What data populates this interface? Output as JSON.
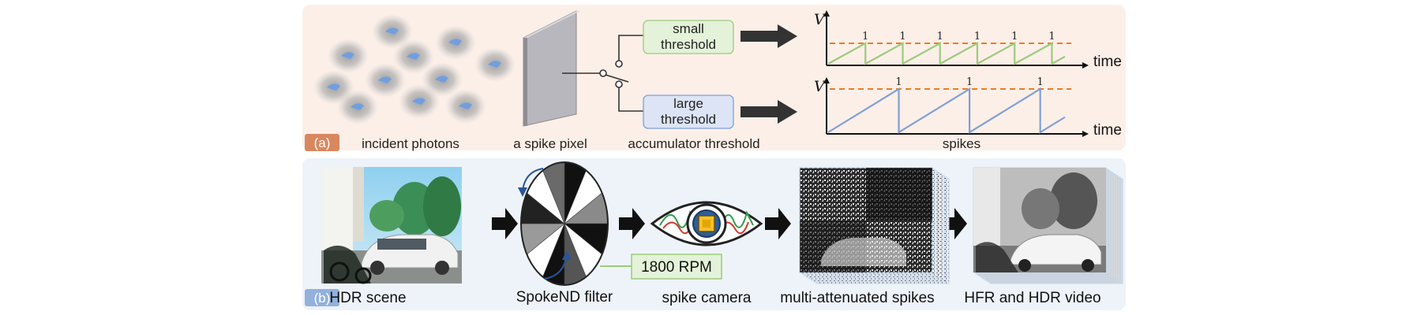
{
  "panel_a": {
    "tag": "(a)",
    "labels": {
      "photons": "incident photons",
      "pixel": "a spike pixel",
      "accumulator": "accumulator threshold",
      "spikes": "spikes"
    },
    "small_threshold": [
      "small",
      "threshold"
    ],
    "large_threshold": [
      "large",
      "threshold"
    ],
    "plot_top": {
      "ylabel": "V",
      "xlabel": "time",
      "spike_label": "1",
      "spike_count": 6
    },
    "plot_bottom": {
      "ylabel": "V",
      "xlabel": "time",
      "spike_label": "1",
      "spike_count": 3
    },
    "colors": {
      "panel_bg": "#fcefe8",
      "tag_bg": "#d9875e",
      "small_box": "#e3f2d8",
      "small_line": "#9ccb7c",
      "large_box": "#dce4f5",
      "large_line": "#7f9fd6",
      "threshold_line": "#ef7b1b"
    }
  },
  "panel_b": {
    "tag": "(b)",
    "labels": {
      "scene": "HDR scene",
      "filter": "SpokeND filter",
      "camera": "spike camera",
      "attenuated": "multi-attenuated spikes",
      "video": "HFR and HDR video"
    },
    "rpm": "1800 RPM",
    "colors": {
      "panel_bg": "#eef3f9",
      "tag_bg": "#93b1dc",
      "rpm_box": "#e3f2d8",
      "rotation_arrow": "#2a5599"
    }
  }
}
